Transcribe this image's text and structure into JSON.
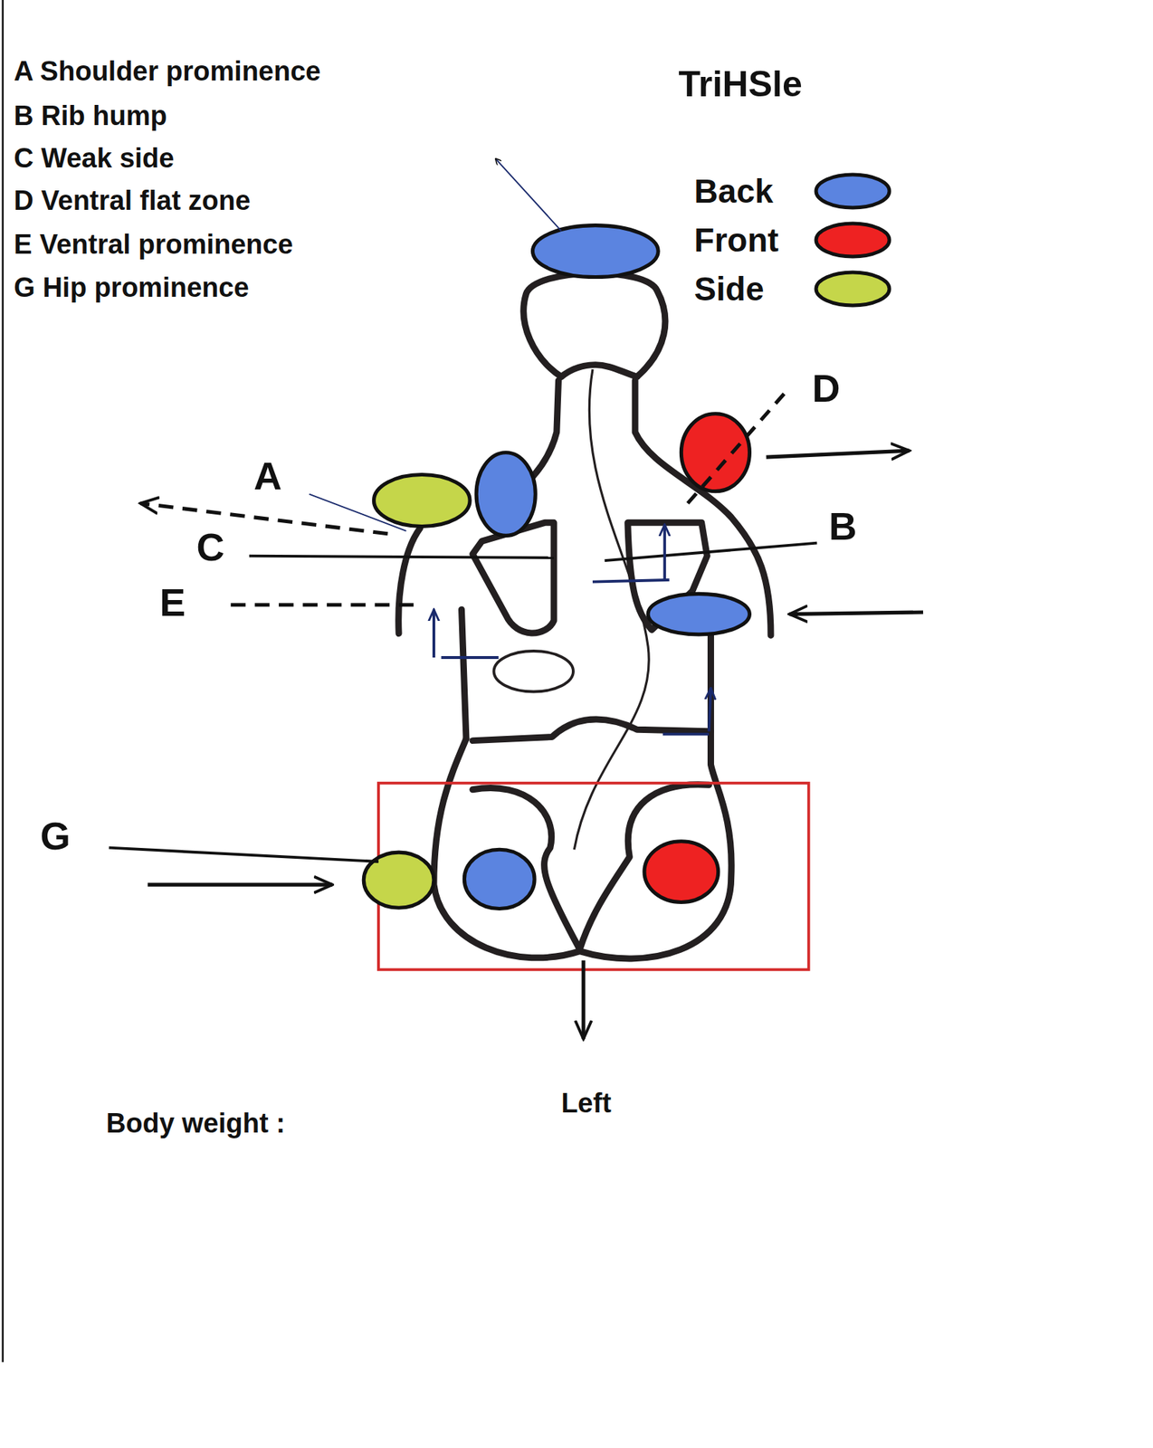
{
  "diagram": {
    "title": "TriHSle",
    "labels": [
      "A Shoulder prominence",
      "B Rib hump",
      "C Weak side",
      "D Ventral flat zone",
      "E Ventral prominence",
      "G Hip prominence",
      "D",
      "A",
      "B",
      "C",
      "E",
      "G",
      "Left",
      "Body weight :"
    ],
    "legend": [
      {
        "text": "Back",
        "color": "#5b84e0"
      },
      {
        "text": "Front",
        "color": "#ee2222"
      },
      {
        "text": "Side",
        "color": "#c5d64a"
      }
    ]
  }
}
